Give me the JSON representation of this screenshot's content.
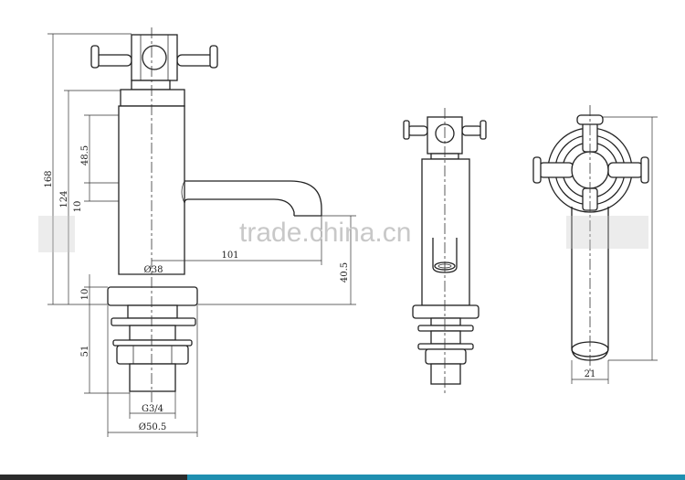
{
  "dimensions": {
    "overall_height": "168",
    "height_124": "124",
    "spout_height": "48.5",
    "small_10_upper": "10",
    "spout_reach": "101",
    "body_diameter": "Ø38",
    "height_40_5": "40.5",
    "small_10_lower": "10",
    "shank_length": "51",
    "thread": "G3/4",
    "base_diameter": "Ø50.5",
    "side_width": "21"
  },
  "watermark": "trade.china.cn",
  "colors": {
    "line": "#222222",
    "bar_dark": "#2b2b2b",
    "bar_teal": "#1f8fb0"
  }
}
